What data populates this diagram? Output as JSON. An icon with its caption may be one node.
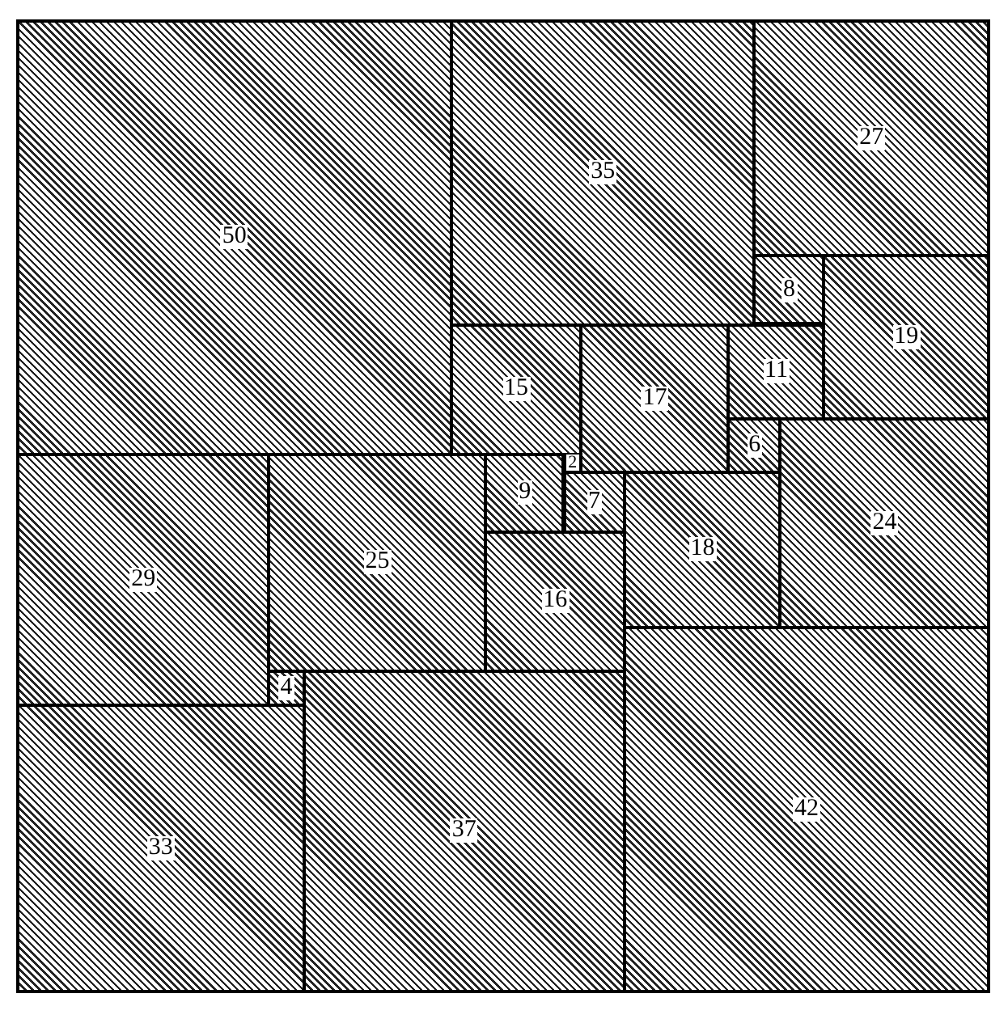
{
  "diagram": {
    "nodes": [
      {
        "text": [
          "50"
        ]
      },
      {
        "text": [
          "35"
        ]
      },
      {
        "text": [
          "27"
        ]
      },
      {
        "text": [
          "8"
        ]
      },
      {
        "text": [
          "19"
        ]
      },
      {
        "text": [
          "15"
        ]
      },
      {
        "text": [
          "17"
        ]
      },
      {
        "text": [
          "11"
        ]
      },
      {
        "text": [
          "2"
        ]
      },
      {
        "text": [
          "6"
        ]
      },
      {
        "text": [
          "24"
        ]
      },
      {
        "text": [
          "9"
        ]
      },
      {
        "text": [
          "7"
        ]
      },
      {
        "text": [
          "18"
        ]
      },
      {
        "text": [
          "29"
        ]
      },
      {
        "text": [
          "25"
        ]
      },
      {
        "text": [
          "16"
        ]
      },
      {
        "text": [
          "4"
        ]
      },
      {
        "text": [
          "33"
        ]
      },
      {
        "text": [
          "37"
        ]
      },
      {
        "text": [
          "42"
        ]
      }
    ]
  }
}
